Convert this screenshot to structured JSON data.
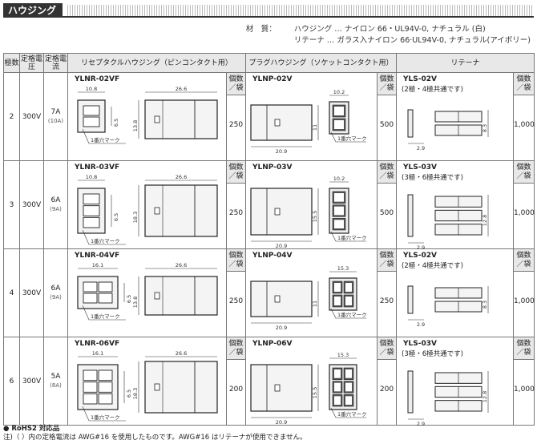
{
  "title": "ハウジング",
  "material": {
    "label": "材　質：",
    "housing": "ハウジング … ナイロン 66・UL94V-0, ナチュラル (白)",
    "retainer": "リテーナ … ガラス入ナイロン 66·UL94V-0, ナチュラル(アイボリー)"
  },
  "headers": {
    "poles": "極数",
    "rated_voltage": "定格電圧",
    "rated_current": "定格電流",
    "receptacle": "リセプタクルハウジング（ピンコンタクト用）",
    "plug": "プラグハウジング（ソケットコンタクト用）",
    "retainer": "リテーナ",
    "qty": "個数／袋"
  },
  "mark_text": "1番穴マーク",
  "rows": [
    {
      "poles": "2",
      "voltage": "300V",
      "current": "7A",
      "current_sub": "(10A)",
      "recept": {
        "pn": "YLNR-02VF",
        "w": "10.8",
        "pin": "6.5",
        "len": "26.6",
        "h": "13.8",
        "qty": "250"
      },
      "plug": {
        "pn": "YLNP-02V",
        "w": "10.2",
        "h": "11",
        "len": "20.9",
        "qty": "500"
      },
      "ret": {
        "pn": "YLS-02V",
        "sub": "(2極・4極共通です)",
        "h": "8.3",
        "w": "2.9",
        "qty": "1,000"
      }
    },
    {
      "poles": "3",
      "voltage": "300V",
      "current": "6A",
      "current_sub": "(9A)",
      "recept": {
        "pn": "YLNR-03VF",
        "w": "10.8",
        "pin": "6.5",
        "len": "26.6",
        "h": "18.3",
        "qty": "250"
      },
      "plug": {
        "pn": "YLNP-03V",
        "w": "10.2",
        "h": "15.5",
        "len": "20.9",
        "qty": "500"
      },
      "ret": {
        "pn": "YLS-03V",
        "sub": "(3極・6極共通です)",
        "h": "12.8",
        "w": "2.9",
        "qty": "1,000"
      }
    },
    {
      "poles": "4",
      "voltage": "300V",
      "current": "6A",
      "current_sub": "(9A)",
      "recept": {
        "pn": "YLNR-04VF",
        "w": "16.1",
        "pin": "6.5",
        "len": "26.6",
        "h": "13.8",
        "qty": "250"
      },
      "plug": {
        "pn": "YLNP-04V",
        "w": "15.3",
        "h": "11",
        "len": "20.9",
        "qty": "250"
      },
      "ret": {
        "pn": "YLS-02V",
        "sub": "(2極・4極共通です)",
        "h": "8.3",
        "w": "2.9",
        "qty": "1,000"
      }
    },
    {
      "poles": "6",
      "voltage": "300V",
      "current": "5A",
      "current_sub": "(8A)",
      "recept": {
        "pn": "YLNR-06VF",
        "w": "16.1",
        "pin": "6.5",
        "len": "26.6",
        "h": "18.3",
        "qty": "200"
      },
      "plug": {
        "pn": "YLNP-06V",
        "w": "15.3",
        "h": "15.5",
        "len": "20.9",
        "qty": "200"
      },
      "ret": {
        "pn": "YLS-03V",
        "sub": "(3極・6極共通です)",
        "h": "12.8",
        "w": "2.9",
        "qty": "1,000"
      }
    }
  ],
  "footer": {
    "rohs": "● RoHS2 対応品",
    "note": "注)（ ）内の定格電流は AWG#16 を使用したものです。AWG#16 はリテーナが使用できません。"
  }
}
